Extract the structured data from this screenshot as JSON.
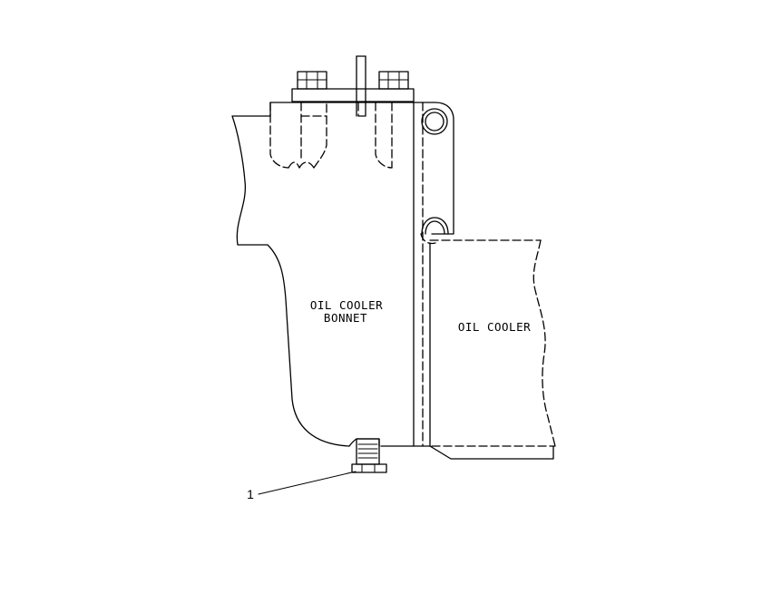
{
  "labels": {
    "bonnet_line1": "OIL COOLER",
    "bonnet_line2": "BONNET",
    "cooler": "OIL COOLER"
  },
  "callouts": [
    {
      "number": "1",
      "part": "drain-plug"
    }
  ],
  "colors": {
    "ink": "#000000",
    "background": "#ffffff"
  }
}
